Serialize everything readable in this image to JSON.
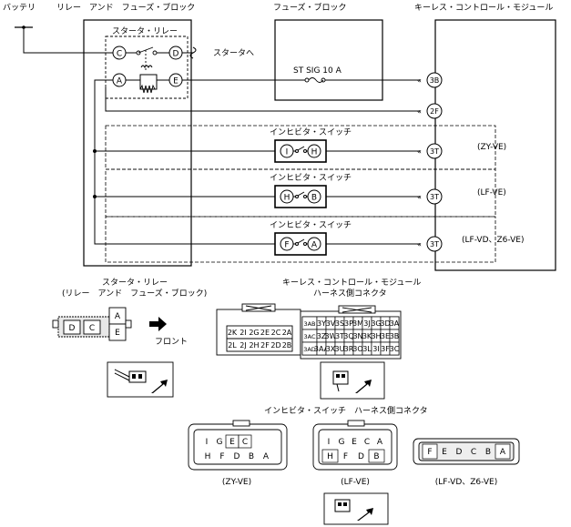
{
  "header": {
    "battery": "バッテリ",
    "relay_block": "リレー　アンド　フューズ・ブロック",
    "fuse_block": "フューズ・ブロック",
    "keyless_module": "キーレス・コントロール・モジュール"
  },
  "relay": {
    "title": "スタータ・リレー",
    "pins": [
      "C",
      "D",
      "A",
      "E"
    ],
    "to_starter": "スタータへ"
  },
  "fuse": {
    "label": "ST SIG 10 A"
  },
  "module_terminals": [
    "3B",
    "2F",
    "3T",
    "3T",
    "3T"
  ],
  "inhibitor": {
    "title": "インヒビタ・スイッチ",
    "variants": [
      {
        "pins": [
          "I",
          "H"
        ],
        "note": "(ZY-VE)"
      },
      {
        "pins": [
          "H",
          "B"
        ],
        "note": "(LF-VE)"
      },
      {
        "pins": [
          "F",
          "A"
        ],
        "note": "(LF-VD、Z6-VE)"
      }
    ]
  },
  "lower": {
    "relay_caption_1": "スタータ・リレー",
    "relay_caption_2": "(リレー　アンド　フューズ・ブロック)",
    "relay_connector_pins": [
      "D",
      "C",
      "A",
      "E"
    ],
    "front_label": "フロント",
    "module_caption_1": "キーレス・コントロール・モジュール",
    "module_caption_2": "ハーネス側コネクタ",
    "module_left_rows": [
      [
        "2K",
        "2I",
        "2G",
        "2E",
        "2C",
        "2A"
      ],
      [
        "2L",
        "2J",
        "2H",
        "2F",
        "2D",
        "2B"
      ]
    ],
    "module_right_rows": [
      [
        "3AB",
        "3Y",
        "3V",
        "3S",
        "3P",
        "3M",
        "3J",
        "3G",
        "3D",
        "3A"
      ],
      [
        "3AC",
        "3Z",
        "3W",
        "3T",
        "3Q",
        "3N",
        "3K",
        "3H",
        "3E",
        "3B"
      ],
      [
        "3AD",
        "3AA",
        "3X",
        "3U",
        "3R",
        "3O",
        "3L",
        "3I",
        "3F",
        "3C"
      ]
    ],
    "inhibitor_caption": "インヒビタ・スイッチ　ハーネス側コネクタ",
    "inhibitor_connectors": [
      {
        "note": "(ZY-VE)",
        "top": [
          "I",
          "G",
          "E",
          "C"
        ],
        "bottom": [
          "H",
          "F",
          "D",
          "B",
          "A"
        ]
      },
      {
        "note": "(LF-VE)",
        "top": [
          "I",
          "G",
          "E",
          "C",
          "A"
        ],
        "bottom": [
          "H",
          "F",
          "D",
          "B"
        ]
      },
      {
        "note": "(LF-VD、Z6-VE)",
        "row": [
          "F",
          "E",
          "D",
          "C",
          "B",
          "A"
        ]
      }
    ]
  }
}
